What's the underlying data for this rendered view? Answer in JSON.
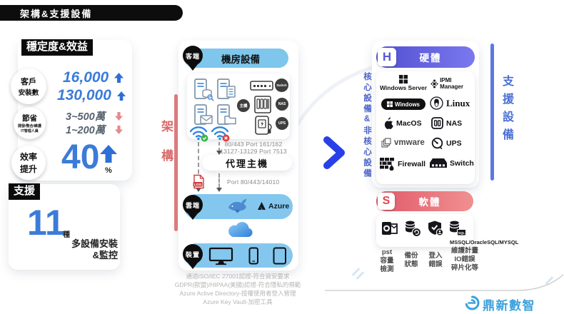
{
  "header": {
    "title": "架構&支援設備"
  },
  "left": {
    "stability": {
      "title": "穩定度&效益",
      "customers": {
        "badge1": "客戶",
        "badge2": "安裝數",
        "value1": "16,000",
        "value2": "130,000"
      },
      "savings": {
        "badge1": "節省",
        "badge2": "開發/整合/維護",
        "badge3": "IT管理人員",
        "value1": "3~500萬",
        "value2": "1~200萬"
      },
      "efficiency": {
        "badge1": "效率",
        "badge2": "提升",
        "value": "40",
        "unit": "%"
      }
    },
    "support": {
      "title": "支援",
      "value": "11",
      "unit": "種",
      "desc1": "多設備安裝",
      "desc2": "&監控"
    }
  },
  "middle": {
    "side_label": "架構",
    "client_pin": "客端",
    "room_title": "機房設備",
    "host_badge": "主機",
    "switch_badge": "Switch",
    "nas_badge": "NAS",
    "ups_badge": "UPS",
    "ports1": "80/443 Port 161/162",
    "ports2": "13127-13129 Port 7513",
    "proxy": "代理主機",
    "log": "LOG",
    "ports3": "Port 80/443/14010",
    "cloud_pin": "雲端",
    "azure": "Azure",
    "device_pin": "裝置",
    "footnotes": [
      "通過ISO/IEC 27001認證-符合資安要求",
      "GDPR(歐盟)/HIPAA(美國)認證-符合隱私的規範",
      "Azure Active Directory-授權使用者登入管理",
      "Azure Key Vault-加密工具"
    ]
  },
  "right": {
    "core_label": "核心設備&非核心設備",
    "hardware": {
      "badge": "H",
      "title": "硬體",
      "items": [
        "Windows Server",
        "IPMI Manager",
        "Windows",
        "Linux",
        "MacOS",
        "NAS",
        "vmware",
        "UPS",
        "Firewall",
        "Switch"
      ]
    },
    "software": {
      "badge": "S",
      "title": "軟體",
      "db_caption": "MSSQL/OracleSQL/MYSQL",
      "labels": [
        [
          "pst",
          "容量",
          "檢測"
        ],
        [
          "備份",
          "狀態"
        ],
        [
          "登入",
          "錯誤"
        ],
        [
          "維護計畫",
          "IO錯誤",
          "碎片化等"
        ]
      ]
    },
    "support_label": "支援設備"
  },
  "footer": {
    "brand": "鼎新數智"
  },
  "colors": {
    "accent_blue": "#3b7cd8",
    "red_line": "#e37f7f",
    "purple": "#5a58d8",
    "pill_blue": "#7ec6ec",
    "header_red": "#e05a6a",
    "logo_blue": "#3ba1dd"
  }
}
